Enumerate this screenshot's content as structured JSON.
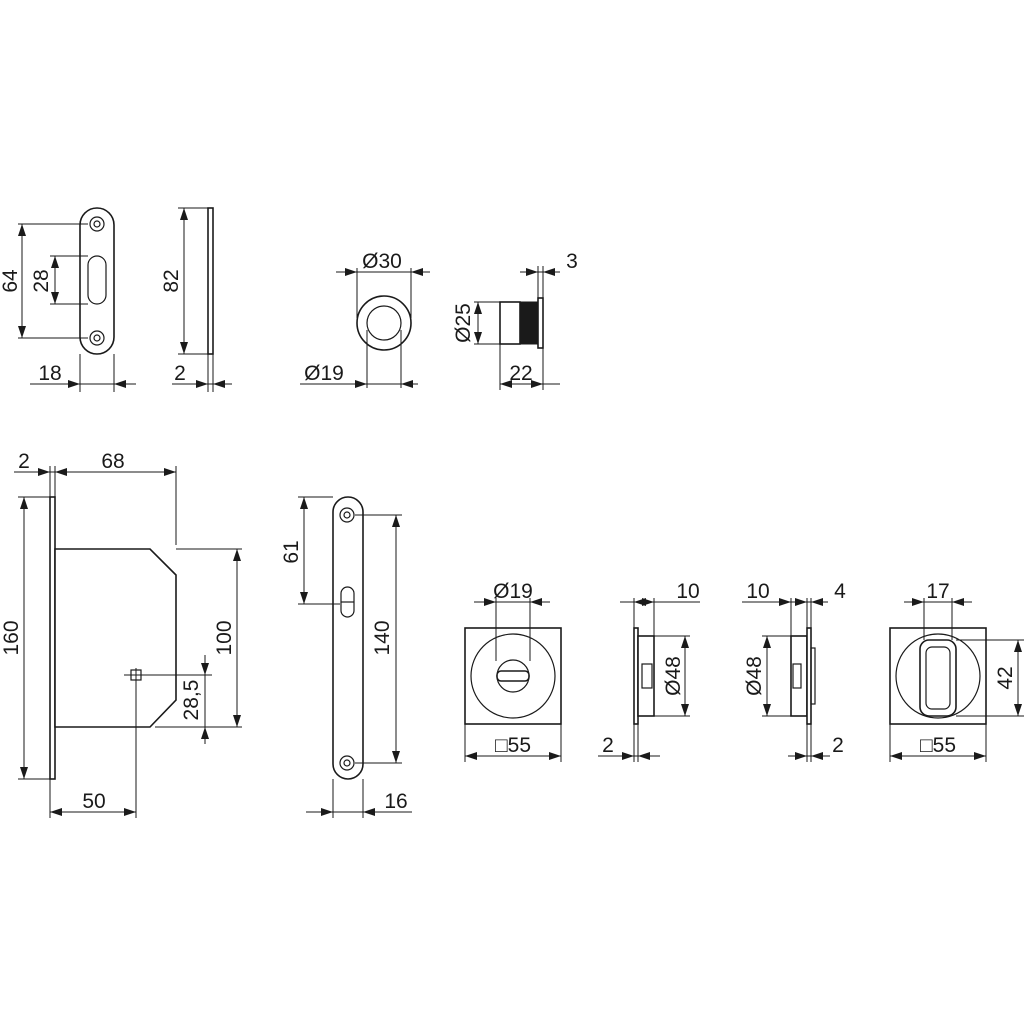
{
  "dimensions": {
    "strike_height": "64",
    "strike_slot": "28",
    "strike_width": "18",
    "strike_side_height": "82",
    "strike_side_thickness": "2",
    "flush_outer_dia": "Ø30",
    "flush_inner_dia": "Ø19",
    "flush_side_dia": "Ø25",
    "flush_side_lip": "3",
    "flush_side_depth": "22",
    "lock_faceplate_thickness": "2",
    "lock_body_depth": "68",
    "lock_faceplate_height": "160",
    "lock_body_height": "100",
    "lock_spindle_height": "28,5",
    "lock_backset": "50",
    "faceplate_offset": "61",
    "faceplate_screw_spacing": "140",
    "faceplate_width": "16",
    "rose_inner_dia": "Ø19",
    "rose_size": "□55",
    "rose_side_depth": "10",
    "rose_side_dia": "Ø48",
    "rose_side_plate": "2",
    "rose2_side_depth": "10",
    "rose2_side_lip": "4",
    "rose2_side_dia": "Ø48",
    "rose2_side_plate": "2",
    "grip_width": "17",
    "grip_height": "42",
    "grip_rose_size": "□55"
  }
}
